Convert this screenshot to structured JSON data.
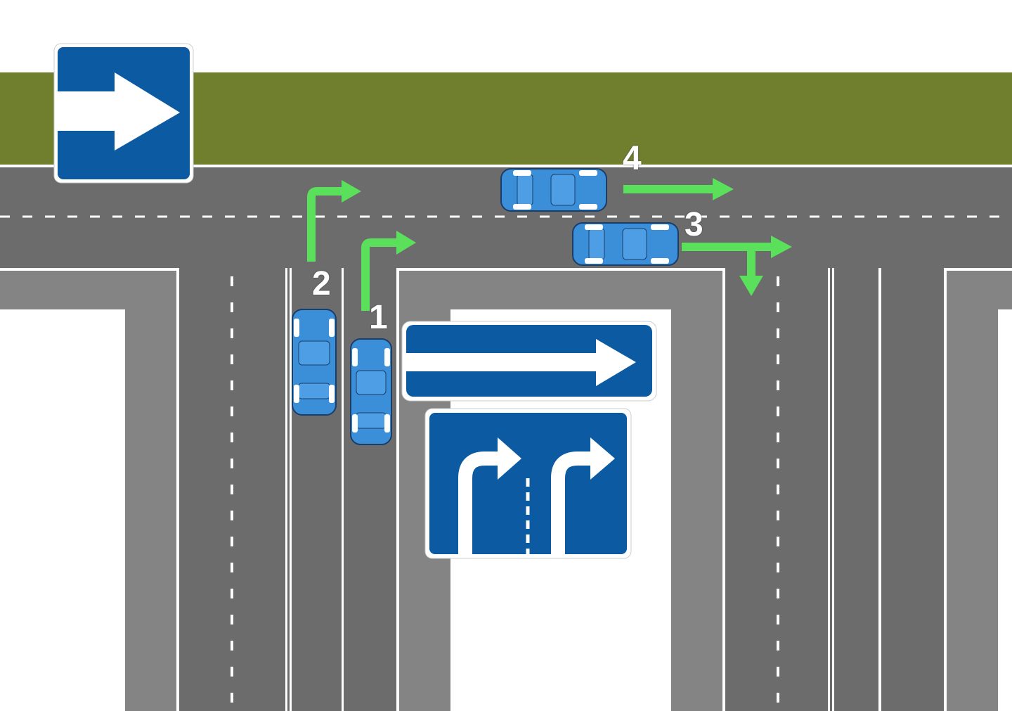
{
  "labels": {
    "car1": "1",
    "car2": "2",
    "car3": "3",
    "car4": "4"
  },
  "signs": [
    {
      "name": "one-way-road",
      "icon": "arrow-right-icon"
    },
    {
      "name": "one-way-road-exit",
      "icon": "arrow-right-icon"
    },
    {
      "name": "lane-directions",
      "icon": "right-turn-arrows-icon"
    }
  ],
  "colors": {
    "grass": "#6f7f2e",
    "asphalt": "#6c6c6c",
    "sidewalk": "#848484",
    "sign_blue": "#0b5aa2",
    "car_blue": "#3a8fd8",
    "path_green": "#5be05b"
  }
}
